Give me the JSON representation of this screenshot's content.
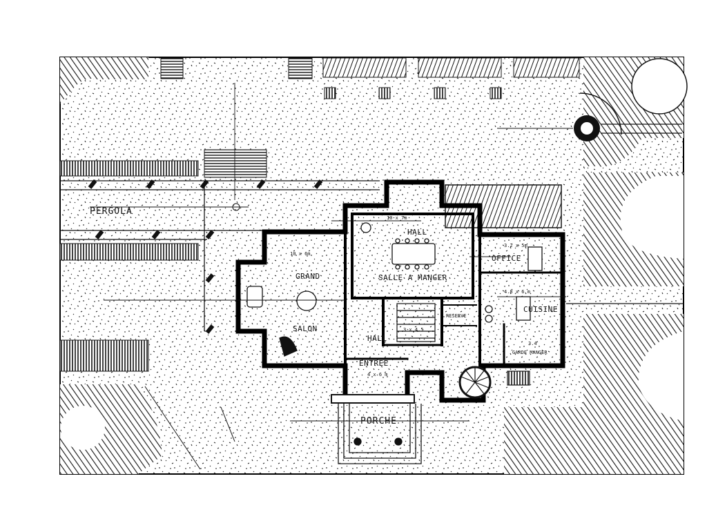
{
  "plan": {
    "rooms": {
      "pergola": "PERGOLA",
      "hall": "HALL",
      "salle_manger": "SALLE A MANGER",
      "grand_salon_1": "GRAND",
      "grand_salon_2": "SALON",
      "office": "OFFICE",
      "cuisine": "CUISINE",
      "reserve": "RESERVE",
      "hall_small": "HALL",
      "entree": "ENTREE",
      "porche": "PORCHE",
      "garde_manger": "GARDE MANGER"
    },
    "dimensions": {
      "hall": "10 x 7m",
      "salon": "10 x 6m",
      "office": "3.2 x 5m",
      "cuisine": "4.8 x 6 m",
      "entree": "4 x 6 m",
      "stair_hall": "3 x 4.5",
      "garde_manger": "3.4"
    }
  }
}
